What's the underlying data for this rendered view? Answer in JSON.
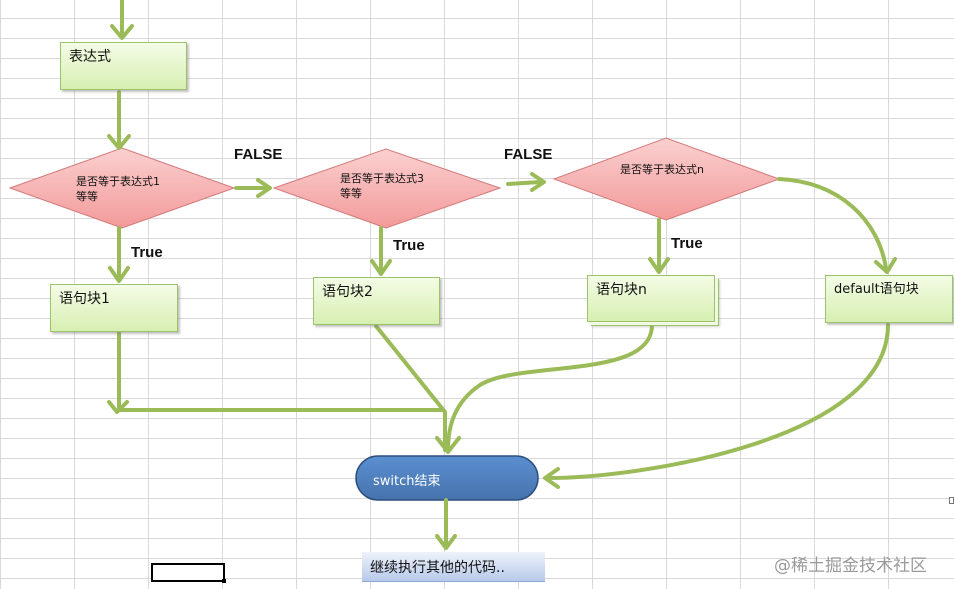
{
  "nodes": {
    "expression": "表达式",
    "cond1_line1": "是否等于表达式1",
    "cond1_line2": "等等",
    "cond3_line1": "是否等于表达式3",
    "cond3_line2": "等等",
    "condn_line1": "是否等于表达式n",
    "block1": "语句块1",
    "block2": "语句块2",
    "blockn": "语句块n",
    "default_block": "default语句块",
    "switch_end": "switch结束",
    "continue": "继续执行其他的代码.."
  },
  "labels": {
    "false1": "FALSE",
    "false2": "FALSE",
    "true1": "True",
    "true2": "True",
    "true3": "True"
  },
  "watermark": "@稀土掘金技术社区",
  "colors": {
    "arrow": "#9bbb59",
    "diamond_fill": "#f6a0a0",
    "diamond_stroke": "#d47a7a",
    "box_fill": "#e2f3c4",
    "box_stroke": "#9cc36a",
    "terminal_fill": "#4f81bd",
    "terminal_stroke": "#2c4f80",
    "grid": "#d9d9d9"
  }
}
